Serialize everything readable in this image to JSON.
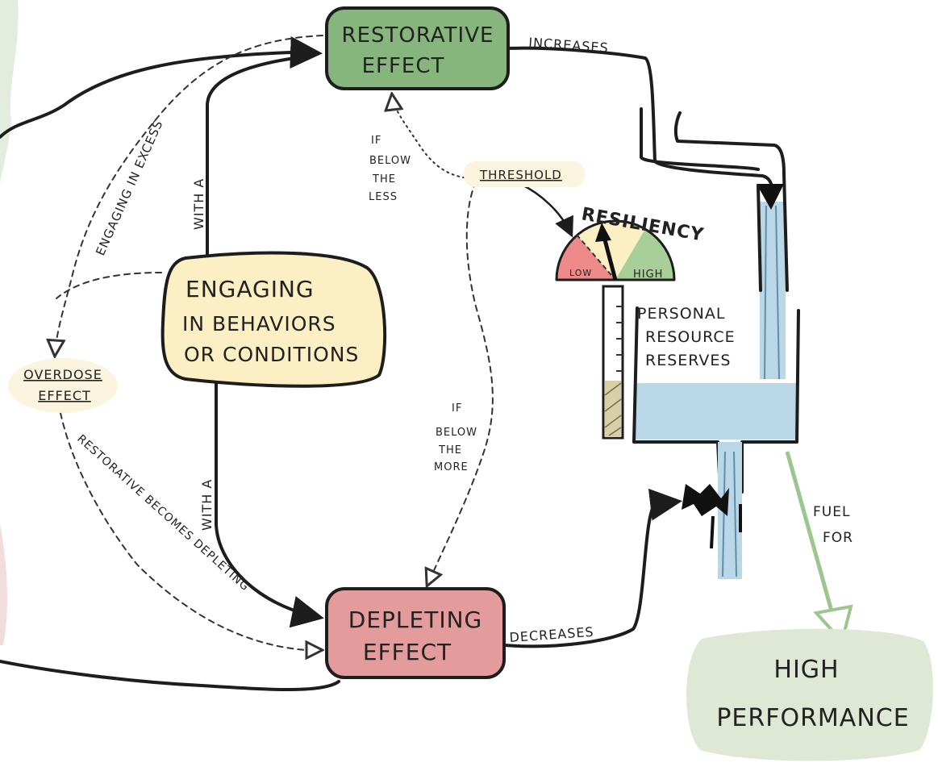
{
  "nodes": {
    "restorative": {
      "line1": "RESTORATIVE",
      "line2": "EFFECT",
      "color": "#86b57e"
    },
    "depleting": {
      "line1": "DEPLETING",
      "line2": "EFFECT",
      "color": "#e39b9b"
    },
    "engaging": {
      "line1": "ENGAGING",
      "line2": "IN BEHAVIORS",
      "line3": "OR CONDITIONS",
      "color": "#fbefc3"
    },
    "overdose": {
      "line1": "OVERDOSE",
      "line2": "EFFECT"
    },
    "high_performance": {
      "line1": "HIGH",
      "line2": "PERFORMANCE",
      "color": "#dfe8d5"
    }
  },
  "edges": {
    "increases": "INCREASES",
    "decreases": "DECREASES",
    "with_a_top": "WITH A",
    "with_a_bottom": "WITH A",
    "engaging_in_excess": "ENGAGING IN EXCESS",
    "restorative_becomes_depleting": "RESTORATIVE BECOMES DEPLETING",
    "fuel_for": {
      "line1": "FUEL",
      "line2": "FOR"
    },
    "if_below_less": {
      "line1": "IF",
      "line2": "BELOW",
      "line3": "THE",
      "line4": "LESS"
    },
    "if_below_more": {
      "line1": "IF",
      "line2": "BELOW",
      "line3": "THE",
      "line4": "MORE"
    }
  },
  "gauge": {
    "threshold": "THRESHOLD",
    "resiliency": "RESILIENCY",
    "low": "LOW",
    "high": "HIGH",
    "colors": {
      "low": "#ef8a8a",
      "mid": "#fbefc3",
      "high": "#a8cf9a"
    }
  },
  "reserves": {
    "line1": "PERSONAL",
    "line2": "RESOURCE",
    "line3": "RESERVES",
    "water_color": "#b9d7e6"
  }
}
